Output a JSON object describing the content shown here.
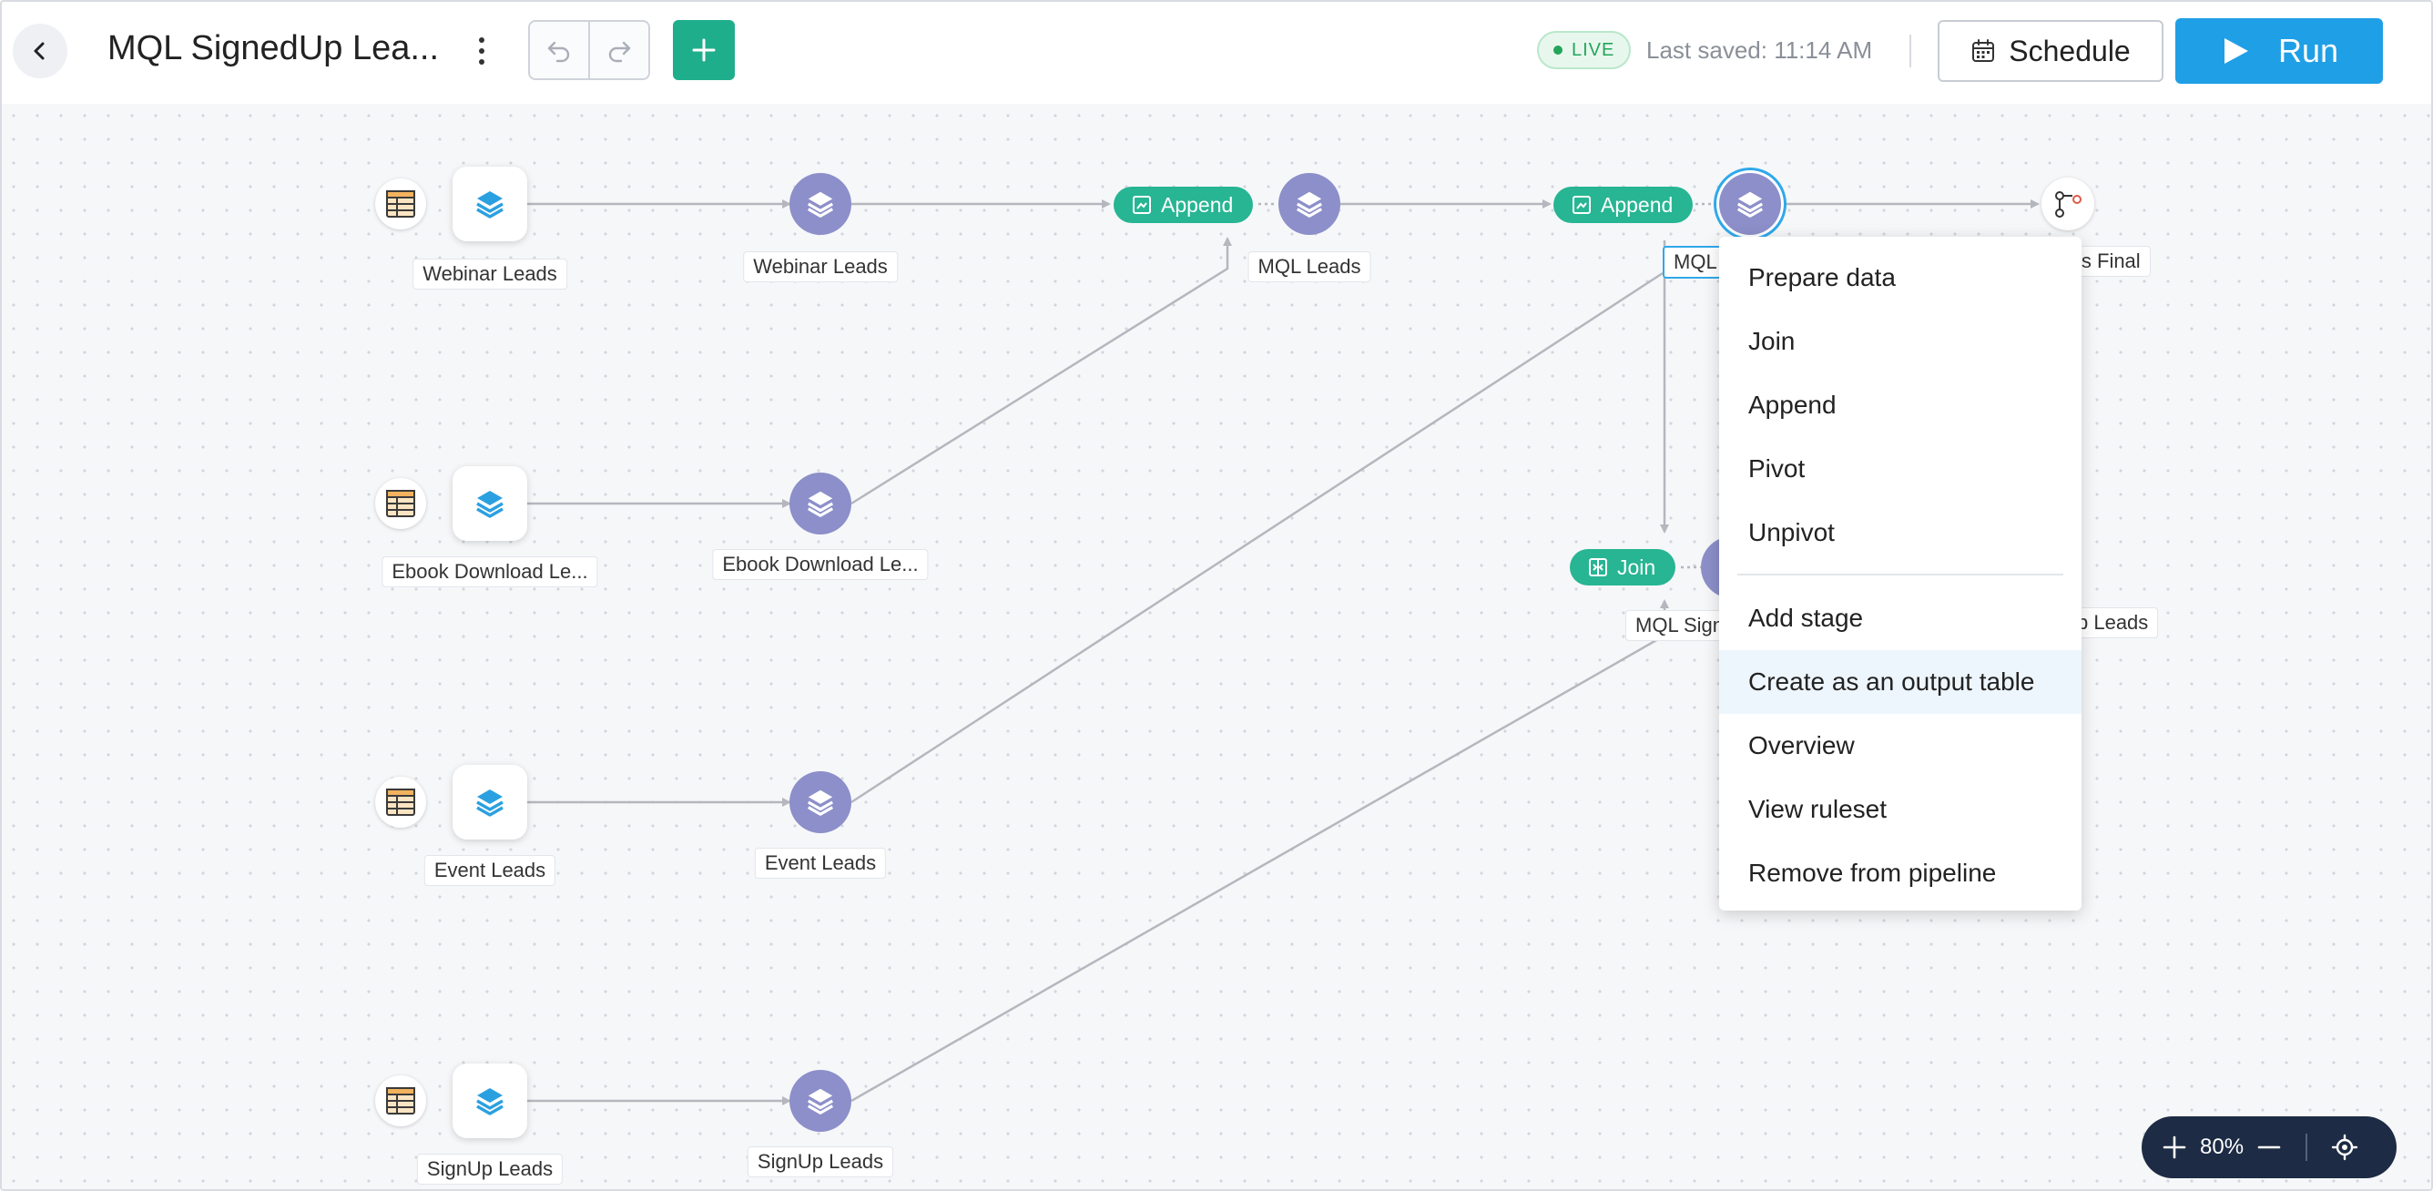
{
  "header": {
    "title": "MQL SignedUp Lea...",
    "live_label": "LIVE",
    "last_saved": "Last saved: 11:14 AM",
    "schedule_label": "Schedule",
    "run_label": "Run"
  },
  "pipeline": {
    "row1": {
      "source_label": "Webinar Leads",
      "stage_label": "Webinar Leads",
      "append1_label": "Append",
      "mql_leads_label": "MQL Leads",
      "append2_label": "Append",
      "selected_label": "MQL",
      "final_label": "ls Final"
    },
    "row2": {
      "source_label": "Ebook Download Le...",
      "stage_label": "Ebook Download Le..."
    },
    "row3": {
      "source_label": "Event Leads",
      "stage_label": "Event Leads"
    },
    "row4": {
      "source_label": "SignUp Leads",
      "stage_label": "SignUp Leads"
    },
    "join": {
      "join_label": "Join",
      "below_label": "MQL Sign",
      "right_label": "p Leads"
    }
  },
  "context_menu": {
    "items": [
      "Prepare data",
      "Join",
      "Append",
      "Pivot",
      "Unpivot",
      "Add stage",
      "Create as an output table",
      "Overview",
      "View ruleset",
      "Remove from pipeline"
    ]
  },
  "zoom": {
    "level": "80%"
  },
  "colors": {
    "accent_green": "#27b593",
    "run_blue": "#1f9fe6",
    "stage_purple": "#8c8fc9",
    "dataset_blue": "#2ba0e0"
  }
}
